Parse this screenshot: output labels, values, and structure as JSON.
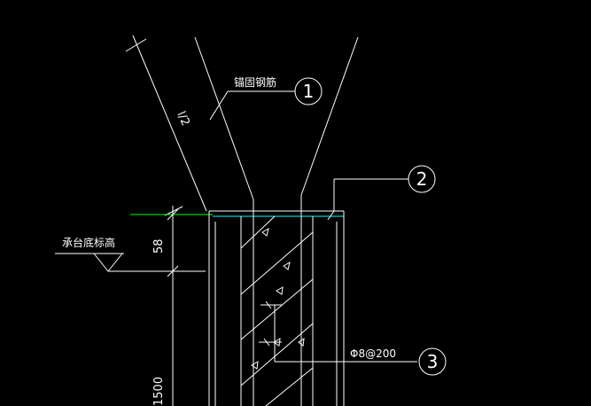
{
  "labels": {
    "anchor_rebar": "锚固钢筋",
    "cap_bottom_elev": "承台底标高",
    "stirrup": "Φ8@200",
    "dim_58": "58",
    "dim_1500": "1500",
    "lae": "l/2"
  },
  "callouts": [
    "1",
    "2",
    "3"
  ],
  "colors": {
    "background": "#000000",
    "lines": "#ffffff",
    "green_line": "#00ff00",
    "cyan_line": "#00ffff"
  }
}
